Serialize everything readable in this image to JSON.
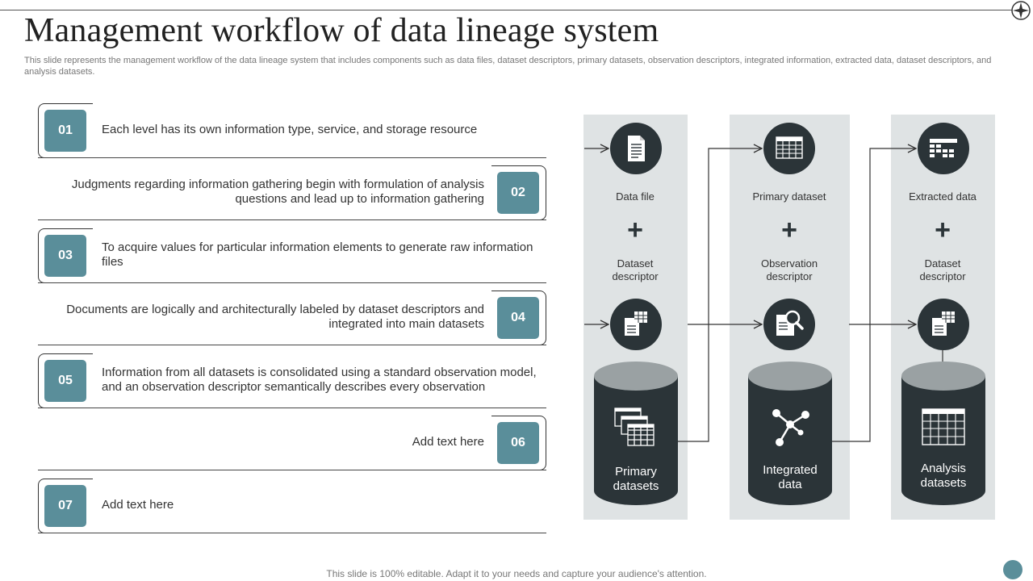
{
  "title": "Management workflow of data lineage system",
  "subtitle": "This slide represents the management workflow of the data lineage system that includes components such as data files, dataset descriptors, primary datasets, observation descriptors, integrated information, extracted data, dataset descriptors, and analysis datasets.",
  "footer": "This slide is 100% editable. Adapt it to your needs and capture your audience's attention.",
  "steps": [
    {
      "number": "01",
      "text": "Each level has its own information type, service, and storage resource"
    },
    {
      "number": "02",
      "text": "Judgments regarding information gathering begin with formulation of analysis questions and lead up to information gathering"
    },
    {
      "number": "03",
      "text": "To acquire values for particular information elements to generate raw information files"
    },
    {
      "number": "04",
      "text": "Documents are logically and architecturally labeled by dataset descriptors and integrated into main datasets"
    },
    {
      "number": "05",
      "text": "Information from all datasets is consolidated using a standard observation model, and an observation descriptor semantically describes every observation"
    },
    {
      "number": "06",
      "text": "Add text here"
    },
    {
      "number": "07",
      "text": "Add text here"
    }
  ],
  "columns": [
    {
      "top_label": "Data file",
      "plus": "+",
      "descriptor_label": "Dataset descriptor",
      "storage_label": "Primary datasets",
      "top_icon": "document-icon",
      "mid_icon": "stacked-table-documents-icon",
      "storage_icon": "stacked-tables-icon"
    },
    {
      "top_label": "Primary dataset",
      "plus": "+",
      "descriptor_label": "Observation descriptor",
      "storage_label": "Integrated data",
      "top_icon": "table-icon",
      "mid_icon": "magnifier-document-icon",
      "storage_icon": "network-icon"
    },
    {
      "top_label": "Extracted data",
      "plus": "+",
      "descriptor_label": "Dataset descriptor",
      "storage_label": "Analysis datasets",
      "top_icon": "partial-table-icon",
      "mid_icon": "stacked-table-documents-icon",
      "storage_icon": "table-icon"
    }
  ],
  "colors": {
    "accent": "#5a8e9a",
    "dark": "#2b3438",
    "panel": "#dfe3e4",
    "cap": "#9aa1a3"
  }
}
